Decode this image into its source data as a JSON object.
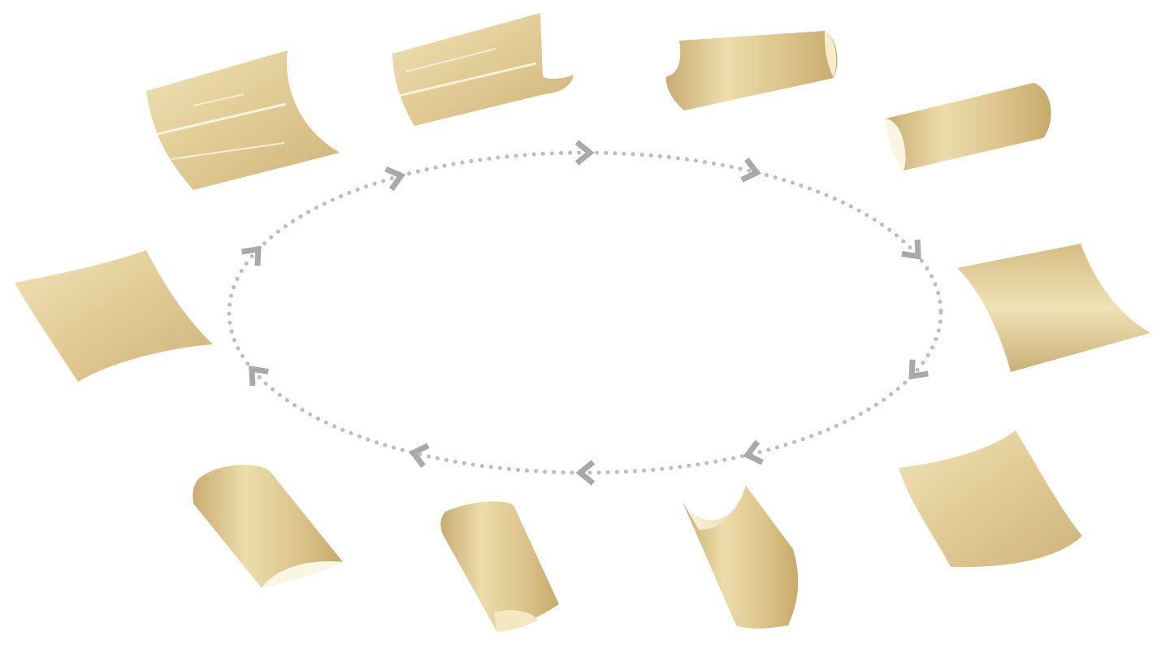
{
  "scene": {
    "background": "#ffffff",
    "cycle": {
      "style": "dotted-ellipse",
      "direction": "clockwise",
      "arrow_count": 10,
      "color": "#bdbdbd",
      "arrow_color": "#a9a9a9"
    },
    "film_color": "#e2cd9a",
    "films": [
      {
        "name": "film-top-left-curved"
      },
      {
        "name": "film-top-center-curled"
      },
      {
        "name": "film-top-right-rolled"
      },
      {
        "name": "film-right-upper-rolled"
      },
      {
        "name": "film-right-wavy"
      },
      {
        "name": "film-bottom-right-wavy"
      },
      {
        "name": "film-bottom-center-right-folded"
      },
      {
        "name": "film-bottom-center-rolled"
      },
      {
        "name": "film-bottom-left-curved"
      },
      {
        "name": "film-left-wavy"
      }
    ]
  }
}
